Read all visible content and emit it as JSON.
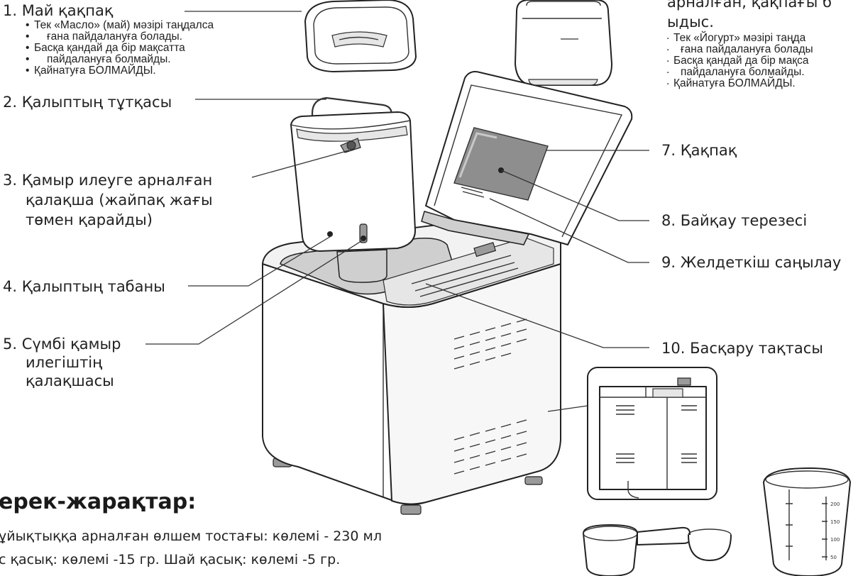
{
  "labels": {
    "l1": "1. Май қақпақ",
    "l2": "2.  Қалыптың тұтқасы",
    "l3a": "3.   Қамыр илеуге арналған",
    "l3b": "қалақша (жайпақ жағы",
    "l3c": "төмен қарайды)",
    "l4": "4. Қалыптың табаны",
    "l5a": "5.  Сүмбі қамыр",
    "l5b": "илегіштің",
    "l5c": "қалақшасы",
    "l6a": "арналған, қақпағы б",
    "l6b": "ыдыс.",
    "l7": "7. Қақпақ",
    "l8": "8. Байқау терезесі",
    "l9": "9. Желдеткіш саңылау",
    "l10": "10. Басқару тақтасы"
  },
  "notes1": [
    "Тек «Масло» (май) мәзірі таңдалса",
    "ғана пайдалануға болады.",
    "Басқа қандай да бір мақсатта",
    "пайдалануға болмайды.",
    "Қайнатуға БОЛМАЙДЫ."
  ],
  "notes6": [
    "Тек «Йогурт» мәзірі таңда",
    "ғана пайдалануға болады",
    "Басқа қандай да бір мақса",
    "пайдалануға болмайды.",
    "Қайнатуға БОЛМАЙДЫ."
  ],
  "accessories": {
    "heading": "ерек-жарақтар:",
    "line1": "ұйықтыққа арналған өлшем тостағы: көлемі - 230 мл",
    "line2": "с қасық: көлемі -15 гр. Шай қасық: көлемі -5 гр."
  },
  "cup_marks": [
    "200",
    "150",
    "100",
    "50"
  ]
}
